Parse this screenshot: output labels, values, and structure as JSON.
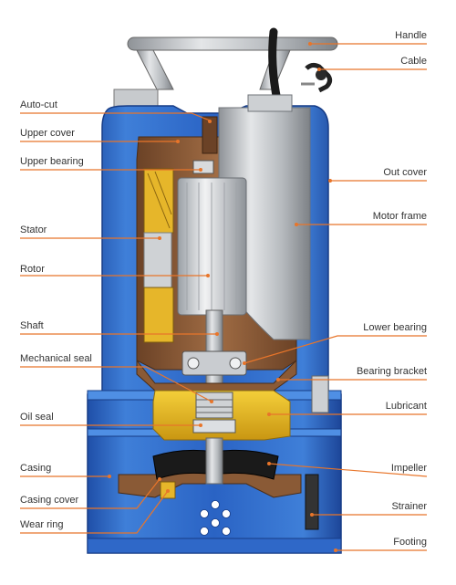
{
  "labels_left": [
    {
      "id": "auto-cut",
      "text": "Auto-cut"
    },
    {
      "id": "upper-cover",
      "text": "Upper cover"
    },
    {
      "id": "upper-bearing",
      "text": "Upper bearing"
    },
    {
      "id": "stator",
      "text": "Stator"
    },
    {
      "id": "rotor",
      "text": "Rotor"
    },
    {
      "id": "shaft",
      "text": "Shaft"
    },
    {
      "id": "mechanical-seal",
      "text": "Mechanical seal"
    },
    {
      "id": "oil-seal",
      "text": "Oil seal"
    },
    {
      "id": "casing",
      "text": "Casing"
    },
    {
      "id": "casing-cover",
      "text": "Casing cover"
    },
    {
      "id": "wear-ring",
      "text": "Wear ring"
    }
  ],
  "labels_right": [
    {
      "id": "handle",
      "text": "Handle"
    },
    {
      "id": "cable",
      "text": "Cable"
    },
    {
      "id": "out-cover",
      "text": "Out cover"
    },
    {
      "id": "motor-frame",
      "text": "Motor frame"
    },
    {
      "id": "lower-bearing",
      "text": "Lower bearing"
    },
    {
      "id": "bearing-bracket",
      "text": "Bearing bracket"
    },
    {
      "id": "lubricant",
      "text": "Lubricant"
    },
    {
      "id": "impeller",
      "text": "Impeller"
    },
    {
      "id": "strainer",
      "text": "Strainer"
    },
    {
      "id": "footing",
      "text": "Footing"
    }
  ],
  "colors": {
    "casing_blue": "#2a63c4",
    "casing_blue_light": "#4d8be0",
    "interior_brown": "#8a5a36",
    "oil_yellow": "#e8b81a",
    "metal_gray": "#b9bcc0",
    "leader_orange": "#e8752a"
  }
}
